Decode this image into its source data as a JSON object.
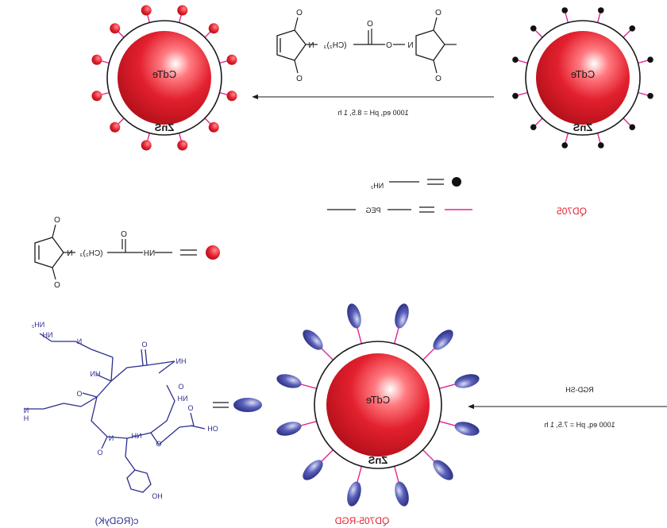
{
  "labels": {
    "core": "CdTe",
    "shell": "ZnS",
    "qd_name": "QD705",
    "qd_rgd_name": "QD705-RGD",
    "peptide_name": "c(RGDyK)",
    "reagent_rgd": "RGD-SH",
    "reaction1_conditions": "1000 eq, pH = 8.5, 1 h",
    "reaction2_conditions": "1000 eq, pH = 7.5, 1 h",
    "legend_amine": "NH₂",
    "legend_peg": "PEG",
    "linker_label": "(CH₂)₃",
    "atom_O": "O",
    "atom_N": "N",
    "atom_NH": "NH",
    "atom_HN": "HN",
    "atom_H": "H",
    "atom_OH": "OH",
    "atom_NH2": "NH₂",
    "atom_HO": "HO"
  },
  "colors": {
    "core": "#e3202e",
    "core_highlight": "#ffffff",
    "shell_stroke": "#1a1a1a",
    "amine_dot": "#111111",
    "maleimide_dot": "#e3202e",
    "peg_line": "#e3258f",
    "peptide": "#2a2e8f",
    "peptide_ellipse": "#3a3f9e",
    "name_red": "#e3202e",
    "ink": "#1a1a1a"
  }
}
